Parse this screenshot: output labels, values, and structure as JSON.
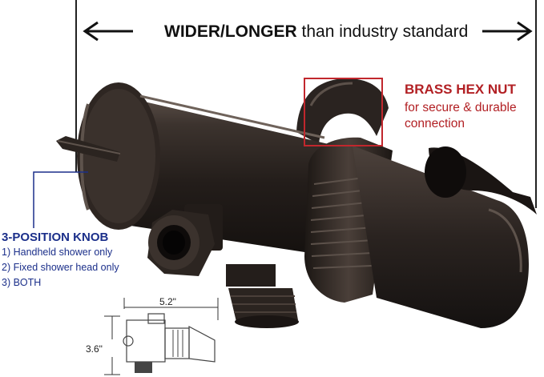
{
  "banner": {
    "bold": "WIDER/LONGER",
    "rest": " than industry standard"
  },
  "callouts": {
    "hex_nut": {
      "title": "BRASS HEX NUT",
      "line1": "for secure & durable",
      "line2": "connection",
      "color": "#c1272d"
    },
    "knob": {
      "title": "3-POSITION KNOB",
      "options": [
        "1) Handheld shower only",
        "2) Fixed shower head only",
        "3) BOTH"
      ],
      "color": "#1b2f8a"
    }
  },
  "dimensions": {
    "width": "5.2\"",
    "height": "3.6\""
  },
  "product": {
    "finish_color": "#2b2420"
  }
}
